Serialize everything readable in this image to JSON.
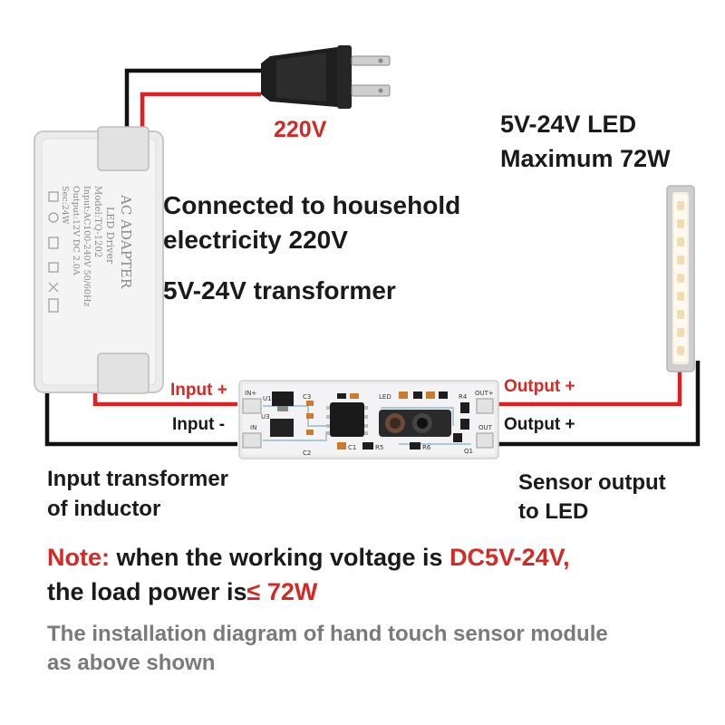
{
  "labels": {
    "mains_voltage": "220V",
    "led_spec_line1": "5V-24V LED",
    "led_spec_line2": "Maximum 72W",
    "connected_line1": "Connected to household",
    "connected_line2": "electricity 220V",
    "transformer": "5V-24V transformer",
    "input_plus": "Input +",
    "input_minus": "Input -",
    "output_plus_top": "Output +",
    "output_plus_bottom": "Output +",
    "input_transformer_line1": "Input transformer",
    "input_transformer_line2": "of inductor",
    "sensor_output_line1": "Sensor output",
    "sensor_output_line2": "to LED"
  },
  "adapter_label": {
    "title": "AC ADAPTER",
    "line1": "LED Driver",
    "line2": "Model:TQ-1202",
    "line3": "Input:AC100-240V 50/60Hz",
    "line4": "Output:12V DC 2.0A",
    "line5": "Sec:24W"
  },
  "pcb_labels": {
    "in_plus": "IN+",
    "in": "IN",
    "out_plus": "OUT+",
    "out": "OUT",
    "led": "LED",
    "u1": "U1",
    "u3": "U3",
    "c1": "C1",
    "c2": "C2",
    "c3": "C3",
    "r4": "R4",
    "r5": "R5",
    "r6": "R6",
    "q1": "Q1"
  },
  "note": {
    "prefix": "Note:",
    "text1": " when the working voltage is ",
    "voltage": "DC5V-24V,",
    "text2": "the load power is",
    "le_symbol": "≤",
    "power": " 72W"
  },
  "caption": {
    "line1": "The installation diagram of hand touch sensor module",
    "line2": "as above shown"
  },
  "colors": {
    "wire_red": "#e02020",
    "wire_black": "#111111",
    "text_red": "#d42a25",
    "caption_gray": "#7a7a7a"
  }
}
